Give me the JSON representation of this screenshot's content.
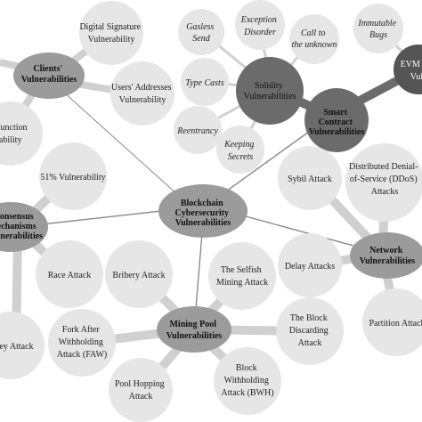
{
  "colors": {
    "light_node": "#e6e6e6",
    "mid_node": "#9b9b9b",
    "dark_node": "#6b6b6b",
    "darker_node": "#555555",
    "link": "#c9c9c9",
    "thin_link": "#8a8a8a"
  },
  "nodes": {
    "blockchain": [
      "Blockchain",
      "Cybersecurity",
      "Vulnerabilities"
    ],
    "clients": [
      "Clients'",
      "Vulnerabilities"
    ],
    "digital_signature": [
      "Digital Signature",
      "Vulnerability"
    ],
    "users_addresses": [
      "Users' Addresses",
      "Vulnerability"
    ],
    "function": [
      "Function",
      "rability"
    ],
    "gasless": [
      "Gasless",
      "Send"
    ],
    "exception": [
      "Exception",
      "Disorder"
    ],
    "call_unknown": [
      "Call to",
      "the unknown"
    ],
    "immutable": [
      "Immutable",
      "Bugs"
    ],
    "evm": [
      "EVM",
      "Vul"
    ],
    "solidity": [
      "Solidity",
      "Vulnerabilities"
    ],
    "type_casts": [
      "Type Casts"
    ],
    "reentrancy": [
      "Reentrancy"
    ],
    "keeping_secrets": [
      "Keeping",
      "Secrets"
    ],
    "smart_contract": [
      "Smart",
      "Contract",
      "Vulnerabilities"
    ],
    "sybil": [
      "Sybil Attack"
    ],
    "ddos": [
      "Distributed Denial-",
      "of-Service (DDoS)",
      "Attacks"
    ],
    "consensus": [
      "onsensus",
      "echanisms",
      "ulnerabilities"
    ],
    "fifty_one": [
      "51% Vulnerability"
    ],
    "race": [
      "Race Attack"
    ],
    "network": [
      "Network",
      "Vulnerabilities"
    ],
    "delay": [
      "Delay Attacks"
    ],
    "partition": [
      "Partition Attack"
    ],
    "bribery": [
      "Bribery Attack"
    ],
    "selfish": [
      "The Selfish",
      "Mining Attack"
    ],
    "mining_pool": [
      "Mining Pool",
      "Vulnerabilities"
    ],
    "block_discarding": [
      "The Block",
      "Discarding",
      "Attack"
    ],
    "fork_after": [
      "Fork After",
      "Withholding",
      "Attack (FAW)"
    ],
    "ney": [
      "ney Attack"
    ],
    "pool_hopping": [
      "Pool Hopping",
      "Attack"
    ],
    "bwh": [
      "Block",
      "Withholding",
      "Attack (BWH)"
    ]
  }
}
